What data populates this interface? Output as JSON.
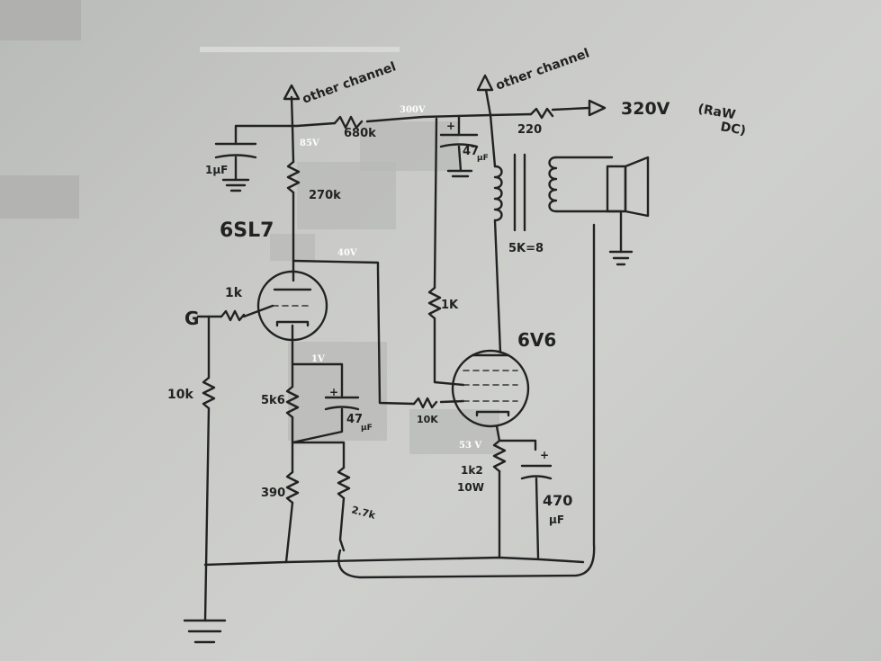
{
  "labels": {
    "other_channel_left": "other channel",
    "other_channel_right": "other channel",
    "supply": "320V",
    "supply_note_1": "(RaW",
    "supply_note_2": "DC)",
    "r_220": "220",
    "r_680k": "680k",
    "r_270k": "270k",
    "c_1uf": "1µF",
    "tube_6sl7": "6SL7",
    "r_1k_grid": "1k",
    "input": "G",
    "r_10k": "10k",
    "r_5k6": "5k6",
    "c_47_cathode": "47",
    "c_47_cathode_unit": "µF",
    "r_390": "390",
    "r_27k": "2.7k",
    "c_47_supply": "47",
    "c_47_supply_unit": "µF",
    "r_1k_screen": "1K",
    "transformer": "5K=8",
    "tube_6v6": "6V6",
    "r_10k_grid": "10K",
    "r_1k2": "1k2",
    "r_1k2_power": "10W",
    "c_470": "470",
    "c_470_unit": "µF",
    "plus_sign": "+"
  },
  "voltages": {
    "v_85": "85V",
    "v_300": "300V",
    "v_40": "40V",
    "v_1": "1V",
    "v_53": "53 V"
  }
}
